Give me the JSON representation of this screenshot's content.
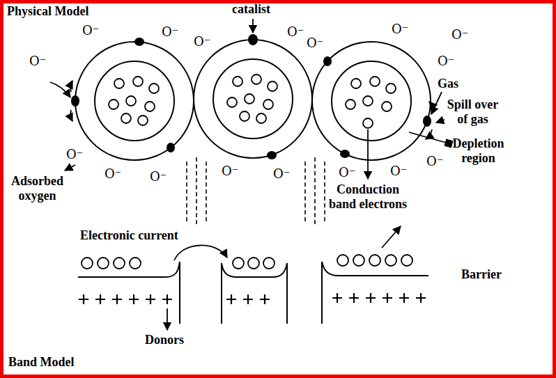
{
  "diagram": {
    "labels": [
      "Physical Model",
      "catalist",
      "O⁻",
      "O⁻",
      "O⁻",
      "O⁻",
      "O⁻",
      "O⁻",
      "O⁻",
      "O⁻",
      "O⁻",
      "Gas",
      "Spill over of gas",
      "Depletion region",
      "O⁻",
      "O⁻",
      "O⁻",
      "O⁻",
      "O⁻",
      "O⁻",
      "O⁻",
      "O⁻",
      "Adsorbed oxygen",
      "Conduction band electrons",
      "Electronic current",
      "Barrier",
      "Donors",
      "Band Model"
    ]
  }
}
